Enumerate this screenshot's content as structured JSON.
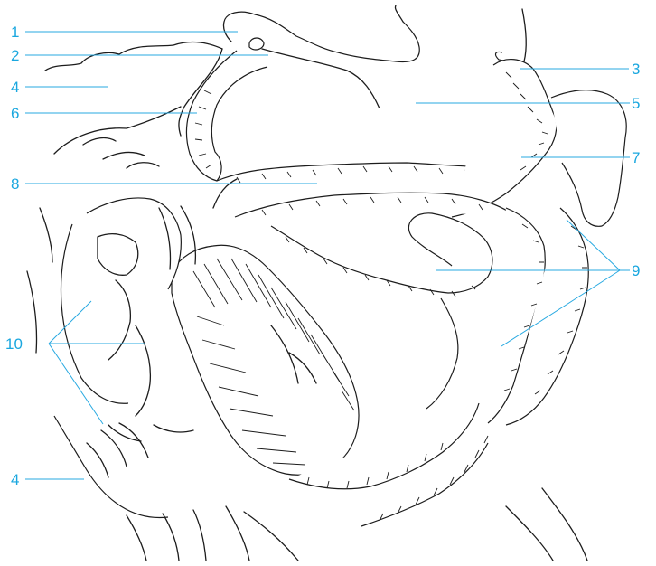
{
  "labels": {
    "l1": "1",
    "l2": "2",
    "l3": "3",
    "l4a": "4",
    "l4b": "4",
    "l5": "5",
    "l6": "6",
    "l7": "7",
    "l8": "8",
    "l9": "9",
    "l10": "10"
  },
  "colors": {
    "label": "#1aa7df",
    "leader": "#27a9e1",
    "ink": "#1c1c1c",
    "background": "#ffffff"
  }
}
